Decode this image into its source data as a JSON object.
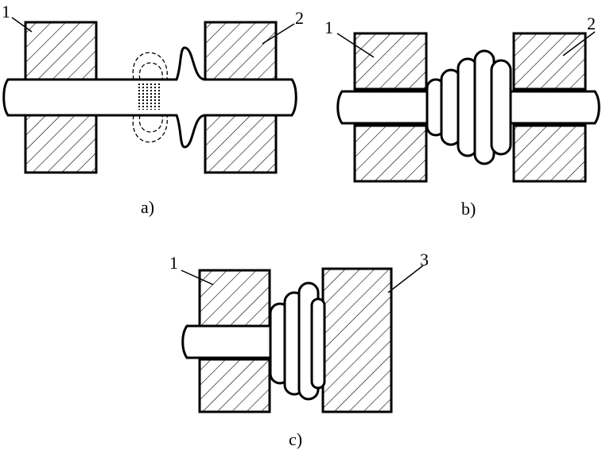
{
  "figure": {
    "panels": [
      {
        "id": "a",
        "caption": "a)",
        "callouts": [
          "1",
          "2"
        ]
      },
      {
        "id": "b",
        "caption": "b)",
        "callouts": [
          "1",
          "2"
        ]
      },
      {
        "id": "c",
        "caption": "c)",
        "callouts": [
          "1",
          "3"
        ]
      }
    ],
    "colors": {
      "ink": "#000000",
      "background": "#ffffff"
    }
  }
}
